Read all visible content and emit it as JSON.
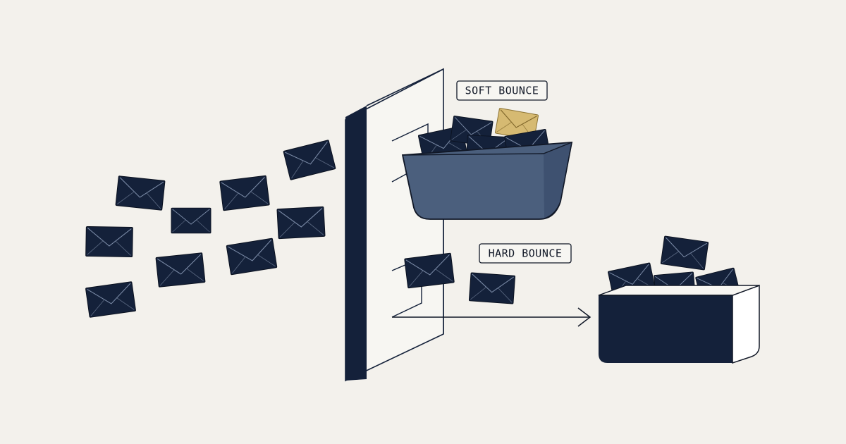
{
  "labels": {
    "soft_bounce": "SOFT BOUNCE",
    "hard_bounce": "HARD BOUNCE"
  },
  "colors": {
    "background": "#f3f1ec",
    "ink": "#14213a",
    "soft_bin": "#4b5f7d",
    "highlight_envelope": "#d6ba72",
    "stroke": "#111827"
  },
  "icons": {
    "envelope": "envelope-icon",
    "wall": "mail-server-wall",
    "soft_bin": "soft-bounce-bin",
    "hard_bin": "hard-bounce-bin",
    "arrow": "arrow-right-icon"
  }
}
